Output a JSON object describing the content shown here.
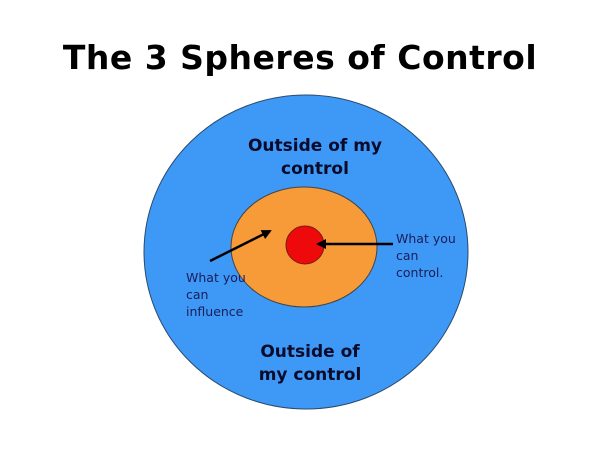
{
  "title": "The 3 Spheres of Control",
  "colors": {
    "outer_sphere": "#3d99f5",
    "middle_sphere": "#f79a38",
    "inner_sphere": "#ee0a0a",
    "arrow": "#000000",
    "outline": "#333333"
  },
  "spheres": [
    {
      "name": "outer",
      "label_top": [
        "Outside of my",
        "control"
      ],
      "label_bottom": [
        "Outside of",
        "my control"
      ]
    },
    {
      "name": "middle",
      "label": [
        "What you",
        "can",
        "influence"
      ]
    },
    {
      "name": "inner",
      "label": [
        "What you",
        "can",
        "control."
      ]
    }
  ],
  "labels": {
    "outside_top_line1": "Outside of my",
    "outside_top_line2": "control",
    "outside_bottom_line1": "Outside of",
    "outside_bottom_line2": "my control",
    "influence_line1": "What you",
    "influence_line2": "can",
    "influence_line3": "influence",
    "control_line1": "What you",
    "control_line2": "can",
    "control_line3": "control."
  }
}
